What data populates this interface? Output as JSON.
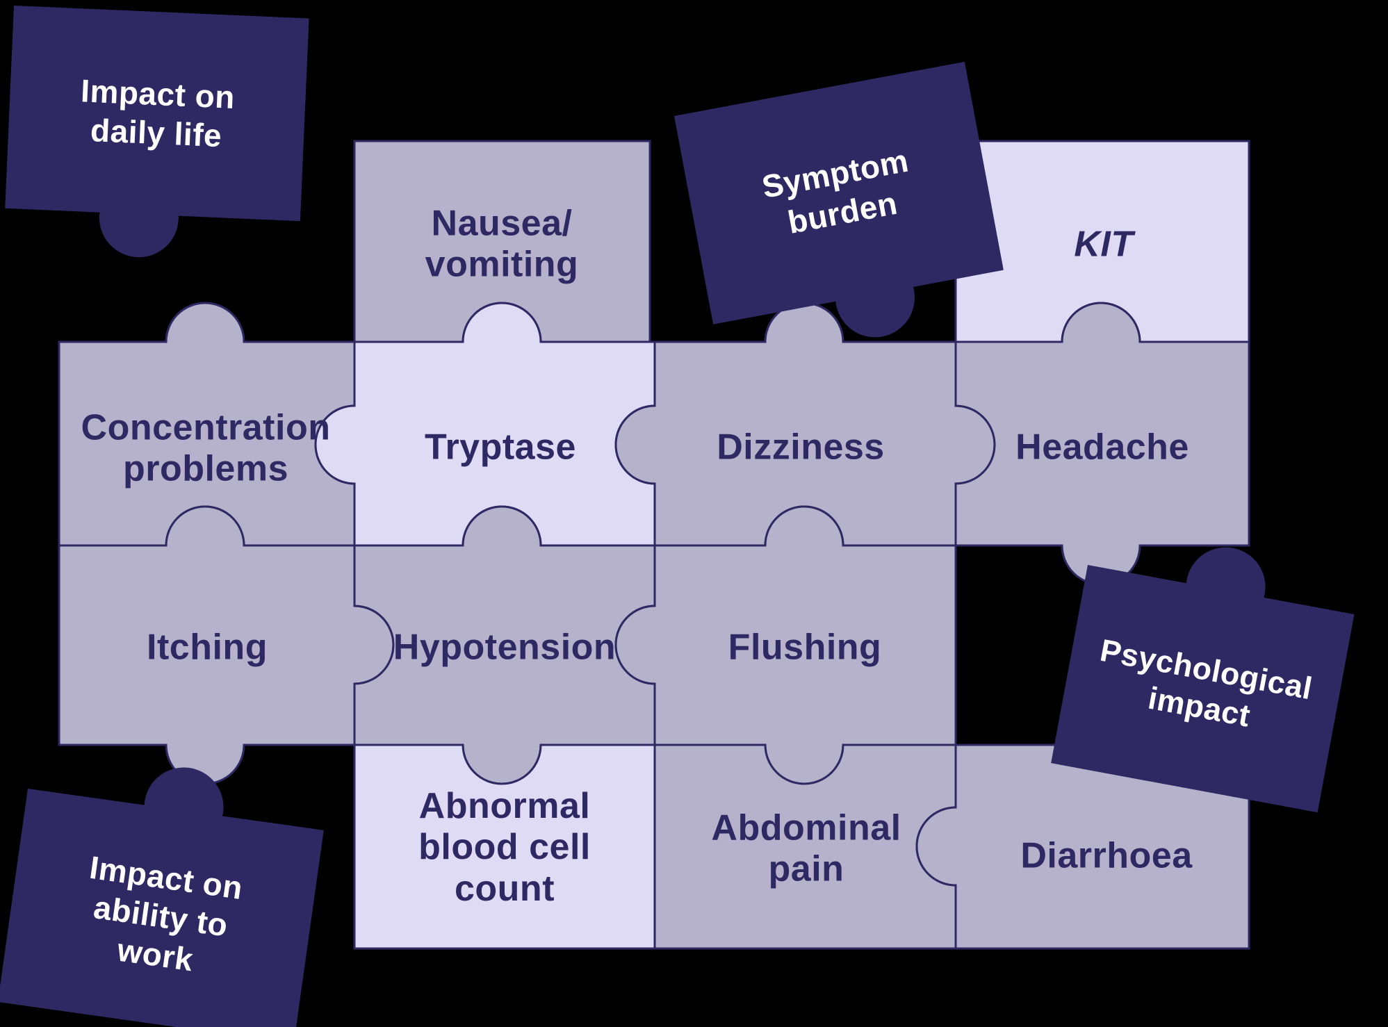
{
  "figure": {
    "type": "jigsaw-puzzle-infographic",
    "theme": "Systemic mastocytosis burden: symptoms, markers and impacts"
  },
  "colors": {
    "bg": "#000000",
    "navy": "#2e2963",
    "gray": "#b6b2cb",
    "light": "#dfdbf5",
    "white": "#ffffff"
  },
  "pieces": {
    "nausea": {
      "label": "Nausea/\nvomiting",
      "tone": "gray"
    },
    "kit": {
      "label": "KIT",
      "tone": "light"
    },
    "concentration": {
      "label": "Concentration\nproblems",
      "tone": "gray"
    },
    "tryptase": {
      "label": "Tryptase",
      "tone": "light"
    },
    "dizziness": {
      "label": "Dizziness",
      "tone": "gray"
    },
    "headache": {
      "label": "Headache",
      "tone": "gray"
    },
    "itching": {
      "label": "Itching",
      "tone": "gray"
    },
    "hypotension": {
      "label": "Hypotension",
      "tone": "gray"
    },
    "flushing": {
      "label": "Flushing",
      "tone": "gray"
    },
    "abnormal": {
      "label": "Abnormal\nblood cell\ncount",
      "tone": "light"
    },
    "abdominal": {
      "label": "Abdominal\npain",
      "tone": "gray"
    },
    "diarrhoea": {
      "label": "Diarrhoea",
      "tone": "gray"
    }
  },
  "banners": {
    "daily_life": {
      "label": "Impact on\ndaily life"
    },
    "symptom_burden": {
      "label": "Symptom\nburden"
    },
    "psychological": {
      "label": "Psychological\nimpact"
    },
    "ability_work": {
      "label": "Impact on\nability to\nwork"
    }
  }
}
